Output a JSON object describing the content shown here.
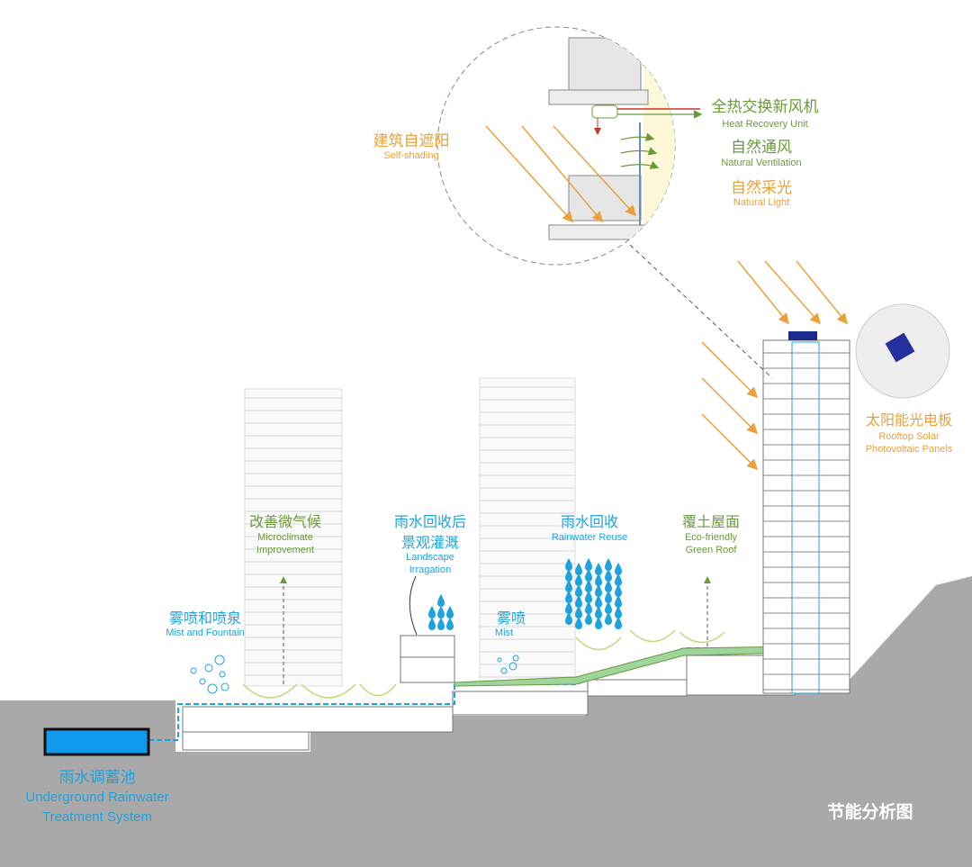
{
  "colors": {
    "orange": "#e9a23b",
    "green": "#6b9a3c",
    "blue": "#1fa3de",
    "ground": "#a9a9a9",
    "tank": "#1199ee"
  },
  "detail": {
    "self_shading": {
      "cn": "建筑自遮阳",
      "en": "Self-shading"
    },
    "heat_recovery": {
      "cn": "全热交换新风机",
      "en": "Heat Recovery Unit"
    },
    "natural_ventilation": {
      "cn": "自然通风",
      "en": "Natural Ventilation"
    },
    "natural_light": {
      "cn": "自然采光",
      "en": "Natural Light"
    }
  },
  "solar": {
    "cn": "太阳能光电板",
    "en1": "Rooftop Solar",
    "en2": "Photovoltaic Panels"
  },
  "section": {
    "microclimate": {
      "cn": "改善微气候",
      "en1": "Microclimate",
      "en2": "Improvement"
    },
    "mist_fountain": {
      "cn": "雾喷和喷泉",
      "en": "Mist and Fountain"
    },
    "landscape_irrigation": {
      "cn1": "雨水回收后",
      "cn2": "景观灌溉",
      "en1": "Landscape",
      "en2": "Irragation"
    },
    "mist": {
      "cn": "雾喷",
      "en": "Mist"
    },
    "rainwater_reuse": {
      "cn": "雨水回收",
      "en": "Rainwater Reuse"
    },
    "green_roof": {
      "cn": "覆土屋面",
      "en1": "Eco-friendly",
      "en2": "Green Roof"
    },
    "tank": {
      "cn": "雨水调蓄池",
      "en1": "Underground Rainwater",
      "en2": "Treatment System"
    }
  },
  "title": "节能分析图"
}
